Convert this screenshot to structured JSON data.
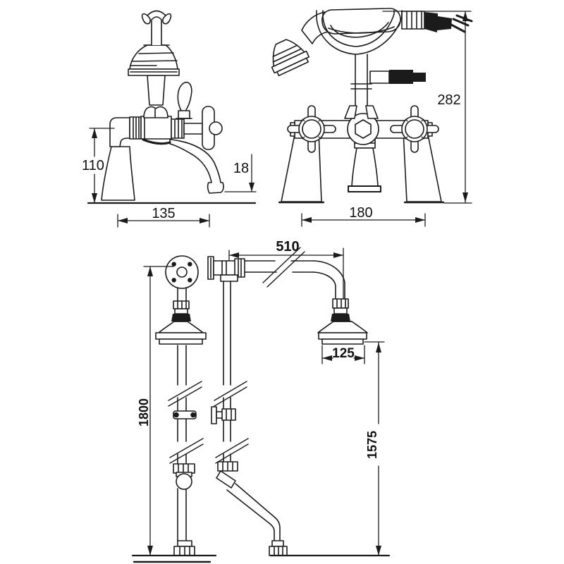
{
  "colors": {
    "ink": "#1b1b1b",
    "paper": "#ffffff"
  },
  "dims": {
    "side_view": {
      "body_height": "110",
      "spout_clearance": "18",
      "projection": "135"
    },
    "front_view": {
      "overall_height": "282",
      "hole_centres": "180"
    },
    "riser_view": {
      "arm_projection": "510",
      "head_diameter": "125",
      "riser_height": "1800",
      "supply_height": "1575"
    }
  }
}
